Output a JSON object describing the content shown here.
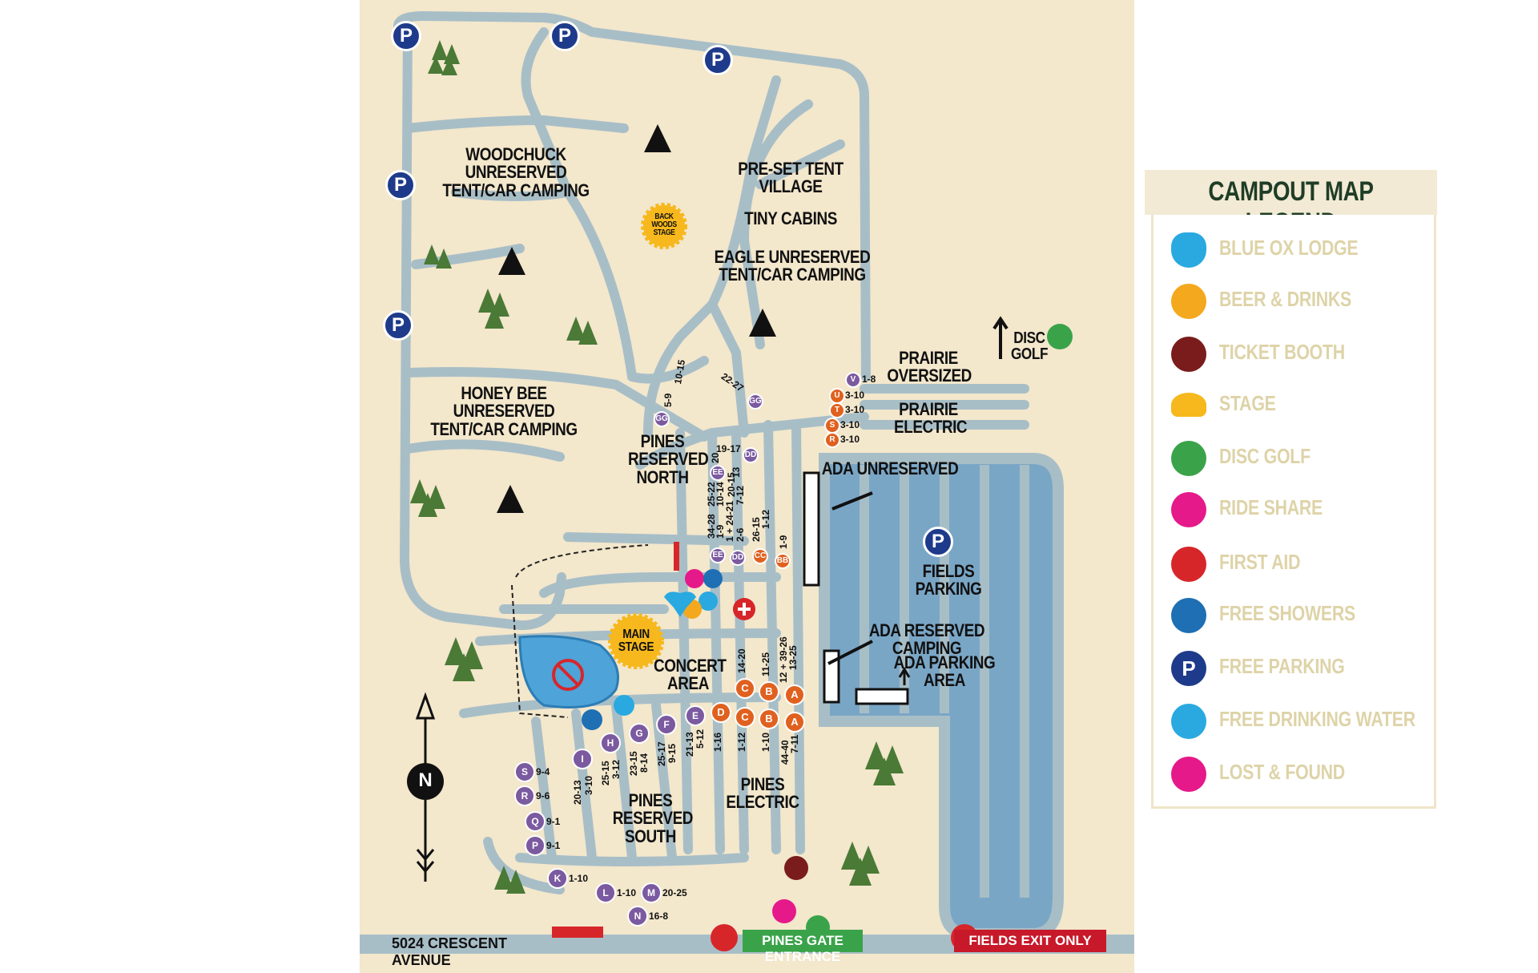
{
  "map": {
    "areas": {
      "woodchuck": "WOODCHUCK UNRESERVED\nTENT/CAR CAMPING",
      "preset": "PRE-SET TENT\nVILLAGE",
      "tiny_cabins": "TINY CABINS",
      "eagle": "EAGLE UNRESERVED\nTENT/CAR CAMPING",
      "honey_bee": "HONEY BEE UNRESERVED\nTENT/CAR CAMPING",
      "pines_north": "PINES\nRESERVED\nNORTH",
      "prairie_oversized": "PRAIRIE\nOVERSIZED",
      "prairie_electric": "PRAIRIE\nELECTRIC",
      "disc_golf": "DISC\nGOLF",
      "ada_unreserved": "ADA UNRESERVED",
      "fields_parking": "FIELDS\nPARKING",
      "ada_reserved": "ADA RESERVED CAMPING",
      "ada_parking": "ADA PARKING AREA",
      "concert": "CONCERT\nAREA",
      "pines_electric": "PINES\nELECTRIC",
      "pines_south": "PINES\nRESERVED\nSOUTH"
    },
    "stages": {
      "backwoods": "BACK\nWOODS\nSTAGE",
      "main": "MAIN\nSTAGE"
    },
    "parking_letter": "P",
    "compass_letter": "N",
    "street": "5024 CRESCENT AVENUE",
    "entrance": "PINES GATE ENTRANCE",
    "exit": "FIELDS EXIT ONLY",
    "site_badges": [
      {
        "letter": "V",
        "range": "1-8"
      },
      {
        "letter": "U",
        "range": "3-10"
      },
      {
        "letter": "T",
        "range": "3-10"
      },
      {
        "letter": "S",
        "range": "3-10"
      },
      {
        "letter": "R",
        "range": "3-10"
      },
      {
        "letter": "GG",
        "range": "5-9"
      },
      {
        "letter": "GG",
        "range": "22-27"
      },
      {
        "letter": "EE",
        "range": ""
      },
      {
        "letter": "DD",
        "range": ""
      },
      {
        "letter": "EE",
        "range": ""
      },
      {
        "letter": "DD",
        "range": ""
      },
      {
        "letter": "CC",
        "range": ""
      },
      {
        "letter": "BB",
        "range": "1-9"
      },
      {
        "letter": "S",
        "range": "9-4"
      },
      {
        "letter": "R",
        "range": "9-6"
      },
      {
        "letter": "Q",
        "range": "9-1"
      },
      {
        "letter": "P",
        "range": "9-1"
      },
      {
        "letter": "K",
        "range": "1-10"
      },
      {
        "letter": "L",
        "range": "1-10"
      },
      {
        "letter": "M",
        "range": "20-25"
      },
      {
        "letter": "N",
        "range": "16-8"
      },
      {
        "letter": "I",
        "range": ""
      },
      {
        "letter": "H",
        "range": ""
      },
      {
        "letter": "G",
        "range": ""
      },
      {
        "letter": "F",
        "range": ""
      },
      {
        "letter": "E",
        "range": ""
      },
      {
        "letter": "D",
        "range": ""
      },
      {
        "letter": "C",
        "range": ""
      },
      {
        "letter": "B",
        "range": ""
      },
      {
        "letter": "A",
        "range": ""
      },
      {
        "letter": "C",
        "range": ""
      },
      {
        "letter": "B",
        "range": ""
      },
      {
        "letter": "A",
        "range": ""
      }
    ],
    "row_numbers": [
      "10-15",
      "19-17",
      "20",
      "13",
      "25-22",
      "10-14",
      "20-15",
      "7-12",
      "34-28",
      "1-9",
      "1 + 24-21",
      "2-6",
      "26-15",
      "1-12",
      "14-20",
      "11-25",
      "12 + 39-26",
      "13-25",
      "1-16",
      "1-12",
      "1-10",
      "44-40",
      "7-11",
      "20-13",
      "3-10",
      "25-15",
      "3-12",
      "23-15",
      "8-14",
      "25-17",
      "9-15",
      "21-13",
      "5-12"
    ]
  },
  "legend": {
    "title": "CAMPOUT MAP LEGEND",
    "items": [
      {
        "label": "BLUE OX LODGE",
        "icon": "ox-head-icon",
        "color": "#29a9e0"
      },
      {
        "label": "BEER & DRINKS",
        "icon": "beer-mug-icon",
        "color": "#f4a81d"
      },
      {
        "label": "TICKET BOOTH",
        "icon": "ticket-icon",
        "color": "#7a1c1c"
      },
      {
        "label": "STAGE",
        "icon": "stage-icon",
        "color": "#f6b81c"
      },
      {
        "label": "DISC GOLF",
        "icon": "disc-golf-icon",
        "color": "#3aa34a"
      },
      {
        "label": "RIDE SHARE",
        "icon": "car-icon",
        "color": "#e5198a"
      },
      {
        "label": "FIRST AID",
        "icon": "first-aid-icon",
        "color": "#d7262a"
      },
      {
        "label": "FREE SHOWERS",
        "icon": "shower-icon",
        "color": "#1e6fb4"
      },
      {
        "label": "FREE PARKING",
        "icon": "parking-icon",
        "color": "#1e3a8a"
      },
      {
        "label": "FREE DRINKING WATER",
        "icon": "water-faucet-icon",
        "color": "#29a9e0"
      },
      {
        "label": "LOST & FOUND",
        "icon": "magnifier-icon",
        "color": "#e5198a"
      }
    ]
  }
}
